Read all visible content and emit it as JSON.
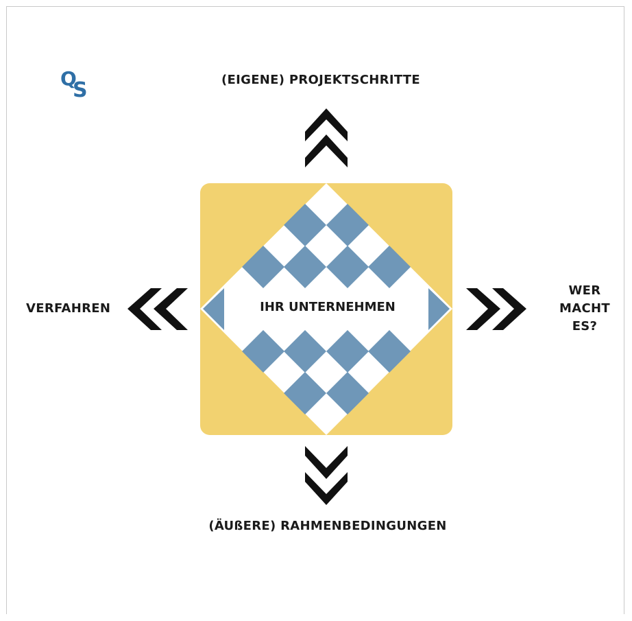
{
  "diagram": {
    "top_label": "(EIGENE) PROJEKTSCHRITTE",
    "bottom_label": "(ÄUßERE) RAHMENBEDINGUNGEN",
    "left_label": "VERFAHREN",
    "right_label": "WER MACHT ES?",
    "center_label": "IHR UNTERNEHMEN"
  },
  "logo": {
    "letter_q": "Q",
    "letter_s": "S"
  },
  "colors": {
    "gold": "#f2d270",
    "blue": "#6f97b8",
    "arrow": "#111111",
    "logo": "#2f6fa6"
  }
}
